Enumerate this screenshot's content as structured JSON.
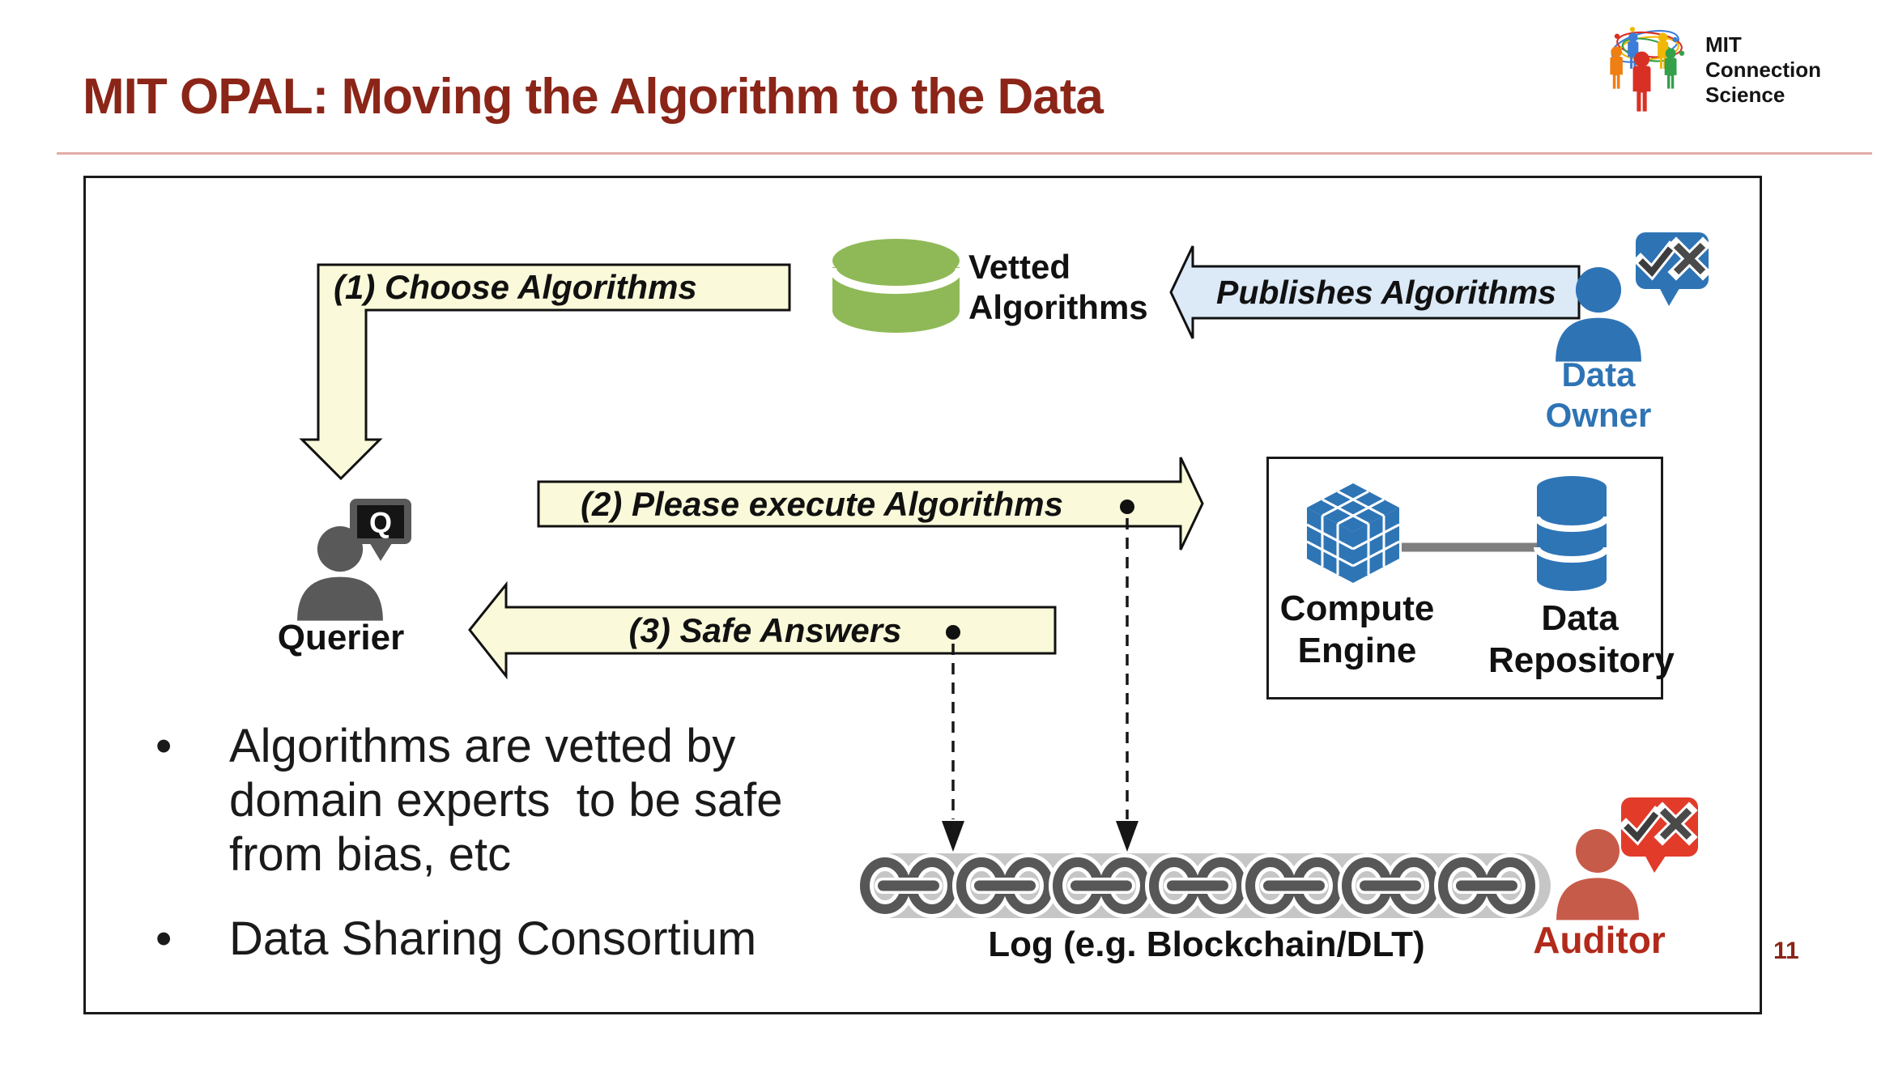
{
  "slide": {
    "title": "MIT OPAL: Moving the Algorithm to the Data",
    "page_number": "11"
  },
  "logo": {
    "text": "MIT\nConnection\nScience",
    "people_icon": "connected-people-network"
  },
  "colors": {
    "title_maroon": "#8B2518",
    "divider_pink": "#E2ACA6",
    "arrow_pale_yellow": "#FAFADA",
    "arrow_light_blue": "#DCE9F6",
    "node_blue": "#2E74B5",
    "vetted_green": "#8FB956",
    "querier_gray": "#595959",
    "auditor_person_red": "#C75B49",
    "auditor_bubble_red": "#E23B2A",
    "auditor_label_red": "#B22A1B",
    "chain_pill_gray": "#C6C6C6",
    "chain_link_gray": "#575757",
    "outline_black": "#111111"
  },
  "diagram": {
    "choose_arrow_label": "(1) Choose Algorithms",
    "vetted_label": "Vetted\nAlgorithms",
    "publishes_arrow_label": "Publishes Algorithms",
    "data_owner_label": "Data\nOwner",
    "querier_label": "Querier",
    "querier_bubble": "Q",
    "execute_arrow_label": "(2) Please execute Algorithms",
    "safe_arrow_label": "(3) Safe Answers",
    "compute_label": "Compute\nEngine",
    "repository_label": "Data\nRepository",
    "log_label": "Log (e.g. Blockchain/DLT)",
    "auditor_label": "Auditor"
  },
  "bullets": [
    {
      "text": "Algorithms are vetted by\ndomain experts  to be safe\nfrom bias, etc"
    },
    {
      "text": "Data Sharing Consortium"
    }
  ]
}
